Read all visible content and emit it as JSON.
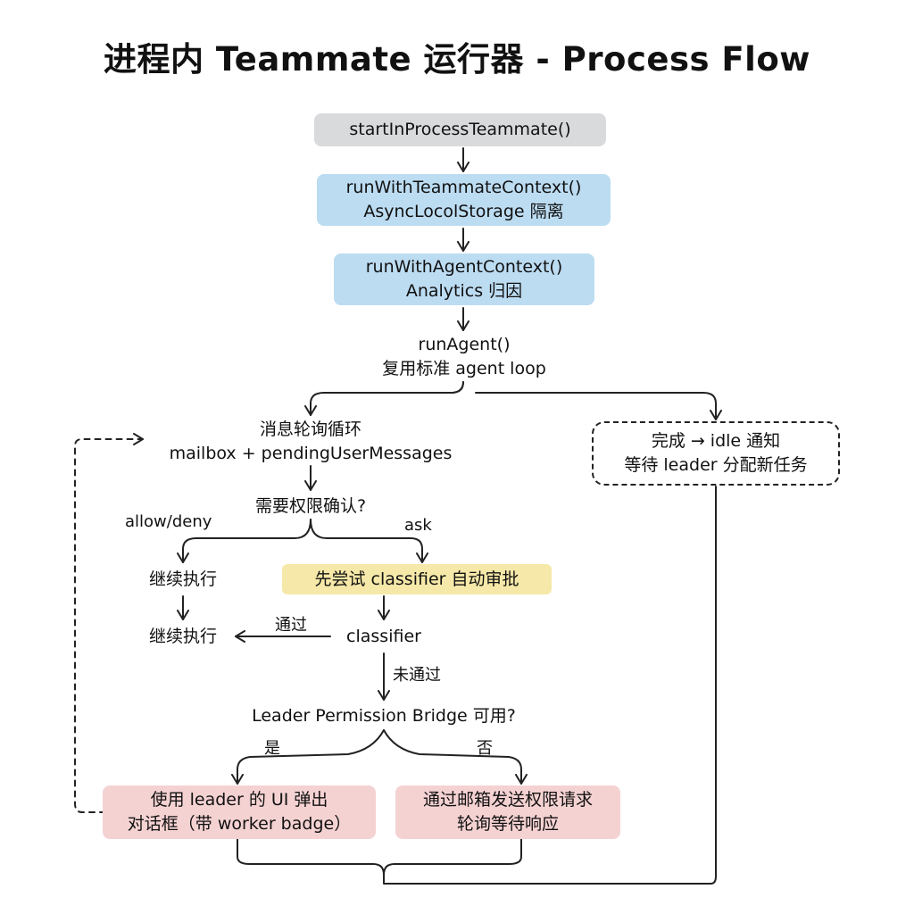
{
  "title": "进程内 Teammate 运行器 - Process Flow",
  "nodes": {
    "start": "startInProcessTeammate()",
    "ctx_line1": "runWithTeammateContext()",
    "ctx_line2": "AsyncLocolStorage 隔离",
    "agentctx_line1": "runWithAgentContext()",
    "agentctx_line2": "Analytics 归因",
    "run_line1": "runAgent()",
    "run_line2": "复用标准 agent loop",
    "loop_line1": "消息轮询循环",
    "loop_line2": "mailbox + pendingUserMessages",
    "done_line1": "完成 → idle 通知",
    "done_line2": "等待 leader 分配新任务",
    "perm_question": "需要权限确认?",
    "continue1": "继续执行",
    "continue2": "继续执行",
    "try_classifier": "先尝试 classifier 自动审批",
    "classifier": "classifier",
    "bridge_question": "Leader Permission Bridge 可用?",
    "leader_ui_line1": "使用 leader 的 UI 弹出",
    "leader_ui_line2": "对话框（带 worker badge）",
    "mailbox_req_line1": "通过邮箱发送权限请求",
    "mailbox_req_line2": "轮询等待响应"
  },
  "edge_labels": {
    "allow_deny": "allow/deny",
    "ask": "ask",
    "pass": "通过",
    "not_pass": "未通过",
    "yes": "是",
    "no": "否"
  },
  "colors": {
    "gray": "#d9dadc",
    "blue": "#bcdcf2",
    "yellow": "#f6e8a8",
    "pink": "#f5d2d2",
    "line": "#222222"
  }
}
